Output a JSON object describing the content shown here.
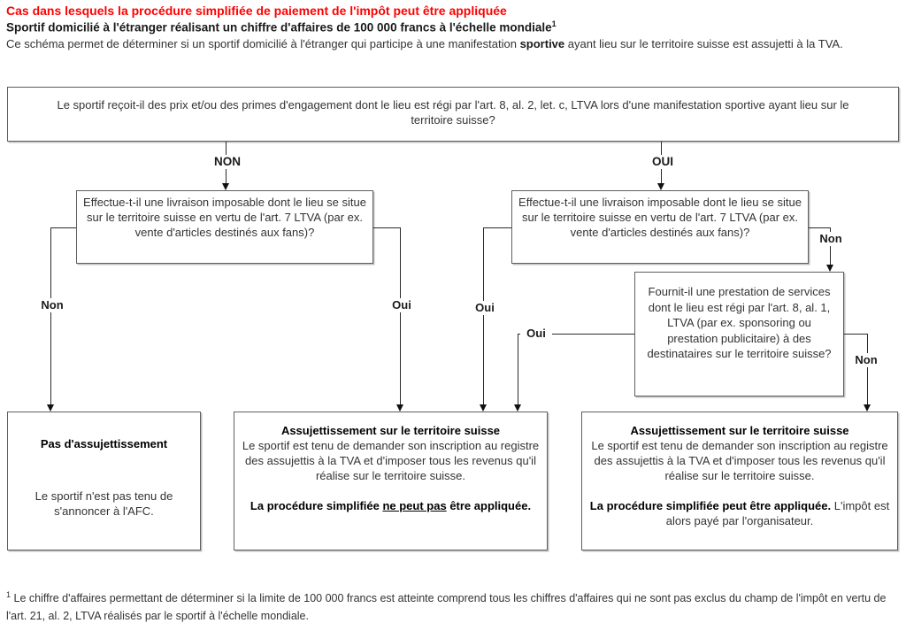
{
  "header": {
    "title_red": "Cas dans lesquels la procédure simplifiée de paiement de l'impôt peut être appliquée",
    "subtitle_bold": "Sportif domicilié à l'étranger réalisant un chiffre d'affaires de 100 000 francs à l'échelle mondiale",
    "subtitle_sup": "1",
    "intro_before": "Ce schéma permet de déterminer si un sportif domicilié à l'étranger qui participe à une manifestation ",
    "intro_bold": "sportive",
    "intro_after": " ayant lieu sur le territoire suisse est assujetti à la TVA."
  },
  "flowchart": {
    "q1_text": "Le sportif reçoit-il des prix et/ou des primes d'engagement dont le lieu est régi par l'art. 8, al. 2, let. c, LTVA lors d'une manifestation sportive ayant lieu sur le territoire suisse?",
    "q2_left_text": "Effectue-t-il une livraison imposable dont le lieu se situe sur le territoire suisse en vertu de l'art. 7 LTVA (par ex. vente d'articles destinés aux fans)?",
    "q2_right_text": "Effectue-t-il une livraison imposable dont le lieu se situe sur le territoire suisse en vertu de l'art. 7 LTVA (par ex. vente d'articles destinés aux fans)?",
    "q3_text": "Fournit-il une prestation de services dont le lieu est régi par l'art. 8, al. 1, LTVA (par ex. sponsoring ou prestation publicitaire) à des destinataires sur le territoire suisse?",
    "labels": {
      "q1_no": "NON",
      "q1_yes": "OUI",
      "q2_left_no": "Non",
      "q2_left_yes": "Oui",
      "q2_right_yes": "Oui",
      "q2_right_no": "Non",
      "q3_yes": "Oui",
      "q3_no": "Non"
    },
    "outcome_left": {
      "title": "Pas d'assujettissement",
      "body": "Le sportif n'est pas tenu de s'annoncer à l'AFC."
    },
    "outcome_middle": {
      "title": "Assujettissement sur le territoire suisse",
      "body": "Le sportif est tenu de demander son inscription au registre des assujettis à la TVA et d'imposer tous les revenus qu'il réalise sur le territoire suisse.",
      "note_bold_before": "La procédure simplifiée ",
      "note_underlined": "ne peut pas",
      "note_bold_after": " être appliquée."
    },
    "outcome_right": {
      "title": "Assujettissement sur le territoire suisse",
      "body": "Le sportif est tenu de demander son inscription au registre des assujettis à la TVA et d'imposer tous les revenus qu'il réalise sur le territoire suisse.",
      "note_bold": "La procédure simplifiée peut être appliquée.",
      "note_regular": " L'impôt est alors payé par l'organisateur."
    }
  },
  "footnote": {
    "marker": "1",
    "text": " Le chiffre d'affaires permettant de déterminer si la limite de 100 000 francs est atteinte comprend tous les chiffres d'affaires qui ne sont pas exclus du champ de l'impôt en vertu de l'art. 21, al. 2, LTVA réalisés par le sportif à l'échelle mondiale."
  },
  "colors": {
    "title_red": "#ff0000",
    "body_text": "#333333",
    "box_border": "#5f5f5f",
    "connector": "#2a2a2a",
    "background": "#ffffff"
  }
}
